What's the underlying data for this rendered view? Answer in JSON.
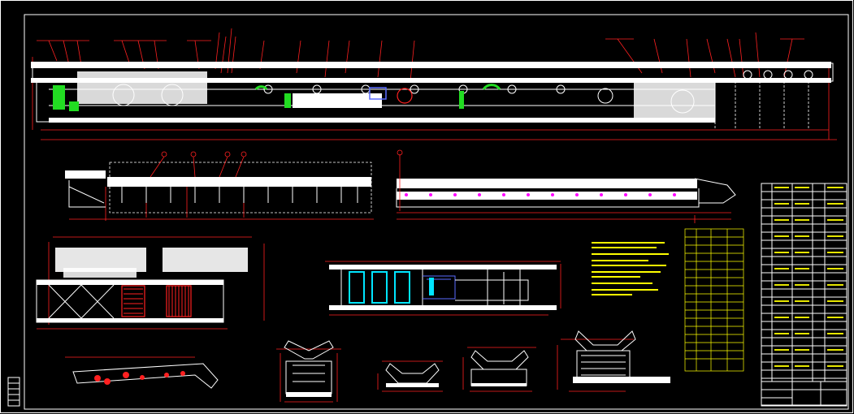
{
  "drawing": {
    "background": "#000000",
    "line_color": "#ffffff",
    "dimension_color": "#ff2020",
    "note_color": "#ffff00"
  },
  "views": [
    {
      "id": "main-elevation"
    },
    {
      "id": "plan-view"
    },
    {
      "id": "side-view"
    },
    {
      "id": "frame-plan"
    },
    {
      "id": "chain-plan"
    },
    {
      "id": "drive-detail"
    },
    {
      "id": "section-a"
    },
    {
      "id": "section-b"
    },
    {
      "id": "section-c"
    },
    {
      "id": "section-d"
    }
  ],
  "tables": {
    "notes_block_present": true,
    "parts_list_present": true,
    "title_block_present": true
  }
}
